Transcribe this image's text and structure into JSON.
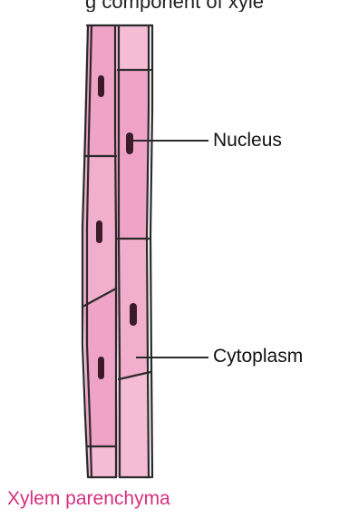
{
  "header_text_cut": "g component of xyle",
  "labels": {
    "nucleus": "Nucleus",
    "cytoplasm": "Cytoplasm"
  },
  "caption": "Xylem parenchyma",
  "colors": {
    "cell_fill": "#efa3c7",
    "cell_fill_light": "#f5bcd6",
    "cell_wall": "#2a2a2a",
    "nucleus": "#3b1a2a",
    "caption": "#d6307f",
    "label_text": "#111111"
  }
}
